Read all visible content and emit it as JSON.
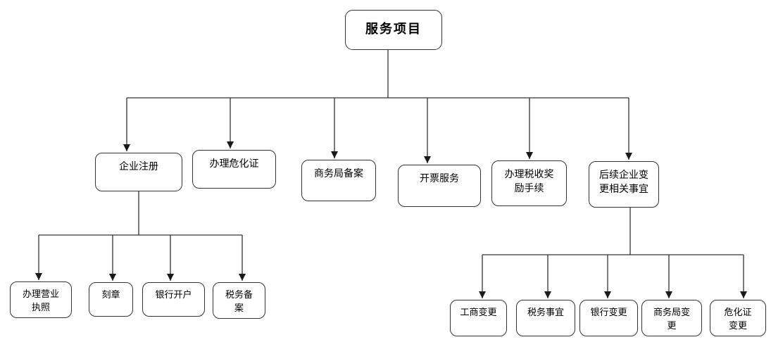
{
  "diagram": {
    "type": "org-chart-flowchart",
    "colors": {
      "background": "#ffffff",
      "box_border": "#333333",
      "box_fill": "#ffffff",
      "line": "#333333",
      "arrowhead": "#1a1a1a",
      "text": "#000000"
    },
    "tree": {
      "root": {
        "label": "服务项目",
        "children": [
          {
            "label": "企业注册",
            "children": [
              {
                "label": "办理营业\n执照"
              },
              {
                "label": "刻章"
              },
              {
                "label": "银行开户"
              },
              {
                "label": "税务备\n案"
              }
            ]
          },
          {
            "label": "办理危化证"
          },
          {
            "label": "商务局备案"
          },
          {
            "label": "开票服务"
          },
          {
            "label": "办理税收奖\n励手续"
          },
          {
            "label": "后续企业变\n更相关事宜",
            "children": [
              {
                "label": "工商变更"
              },
              {
                "label": "税务事宜"
              },
              {
                "label": "银行变更"
              },
              {
                "label": "商务局变\n更"
              },
              {
                "label": "危化证\n变更"
              }
            ]
          }
        ]
      }
    }
  }
}
